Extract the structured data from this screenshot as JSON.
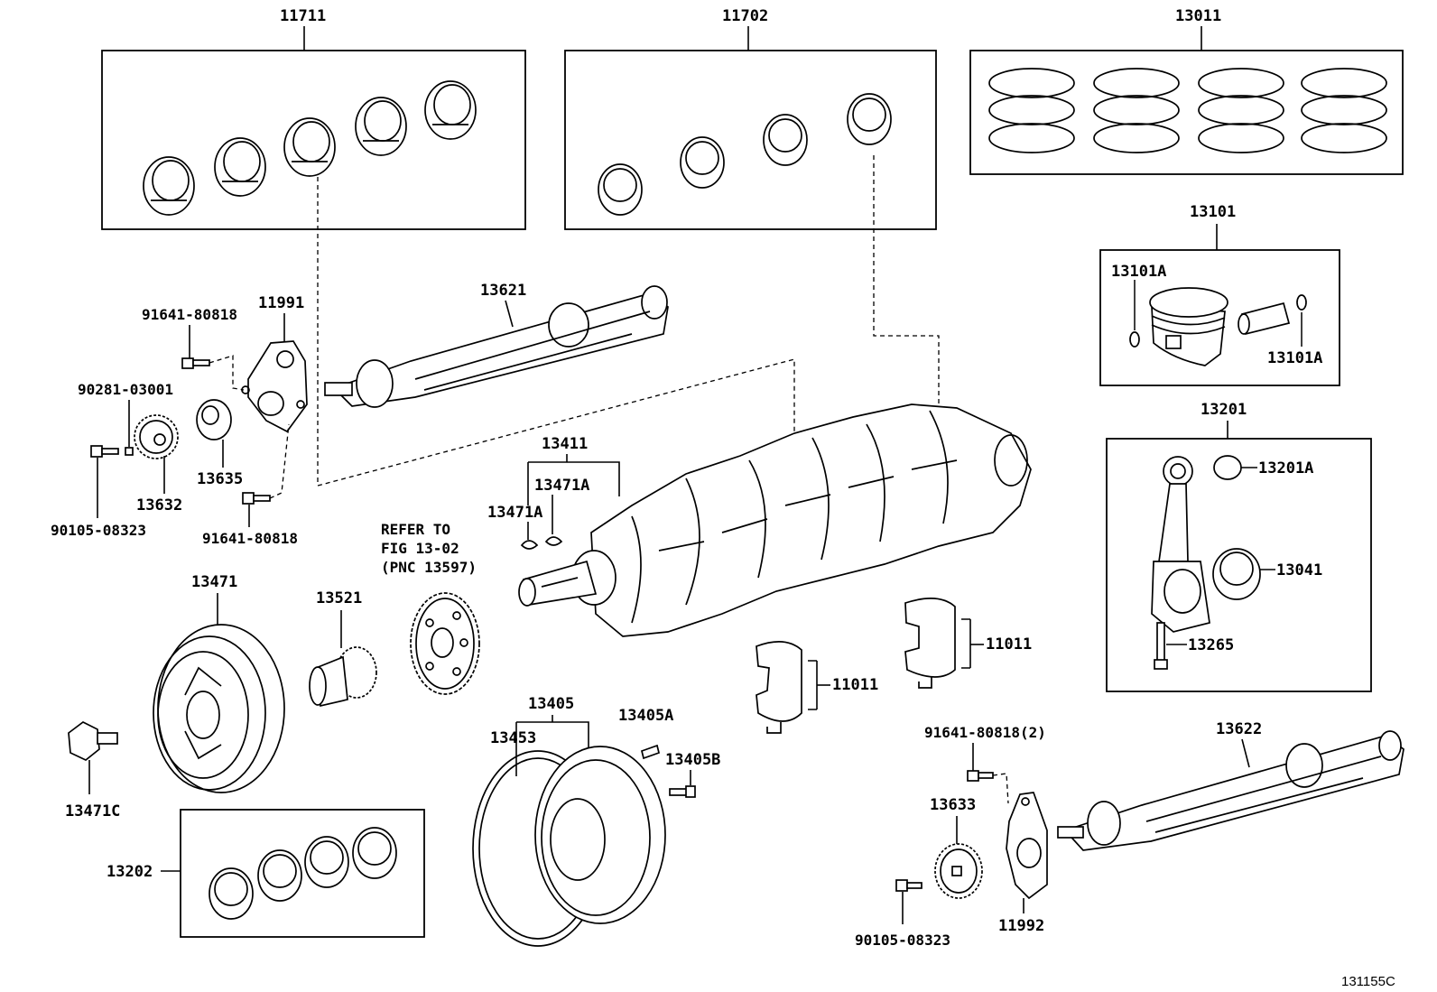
{
  "diagram": {
    "figure_code": "131155C",
    "labels": {
      "p11711": "11711",
      "p11702": "11702",
      "p13011": "13011",
      "p13101": "13101",
      "p13101A_a": "13101A",
      "p13101A_b": "13101A",
      "p13201": "13201",
      "p13201A": "13201A",
      "p13041": "13041",
      "p13265": "13265",
      "p13621": "13621",
      "p11991": "11991",
      "p91641_a": "91641-80818",
      "p90281": "90281-03001",
      "p13635": "13635",
      "p13632": "13632",
      "p90105_a": "90105-08323",
      "p91641_b": "91641-80818",
      "p13411": "13411",
      "p13471A_a": "13471A",
      "p13471A_b": "13471A",
      "p13471": "13471",
      "p13521": "13521",
      "p13471C": "13471C",
      "p13202": "13202",
      "p13405": "13405",
      "p13453": "13453",
      "p13405A": "13405A",
      "p13405B": "13405B",
      "p11011_a": "11011",
      "p11011_b": "11011",
      "p91641_c": "91641-80818(2)",
      "p13622": "13622",
      "p13633": "13633",
      "p11992": "11992",
      "p90105_b": "90105-08323"
    },
    "refer_note": {
      "line1": "REFER TO",
      "line2": "FIG 13-02",
      "line3": "(PNC 13597)"
    }
  }
}
